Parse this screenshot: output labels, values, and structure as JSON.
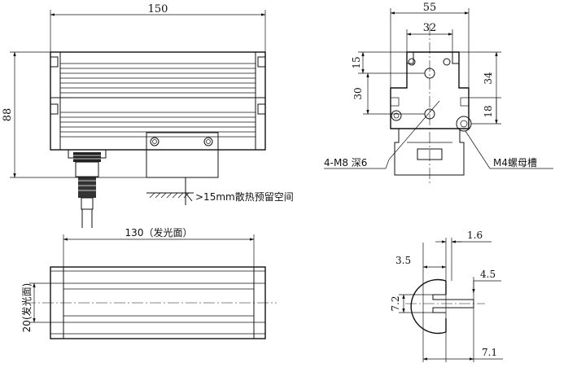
{
  "front_view": {
    "width_dim": "150",
    "height_dim": "88",
    "note": ">15mm散热预留空间"
  },
  "side_view": {
    "width_dim": "55",
    "inner_width_dim": "32",
    "dim_15": "15",
    "dim_30": "30",
    "dim_34": "34",
    "dim_18": "18",
    "thread_label": "4-M8 深6",
    "slot_label": "M4螺母槽"
  },
  "bottom_view": {
    "length_dim": "130（发光面）",
    "width_dim": "20(发光面)"
  },
  "slot_detail": {
    "dim_1_6": "1.6",
    "dim_3_5": "3.5",
    "dim_4_5": "4.5",
    "dim_7_2": "7.2",
    "dim_7_1": "7.1"
  }
}
